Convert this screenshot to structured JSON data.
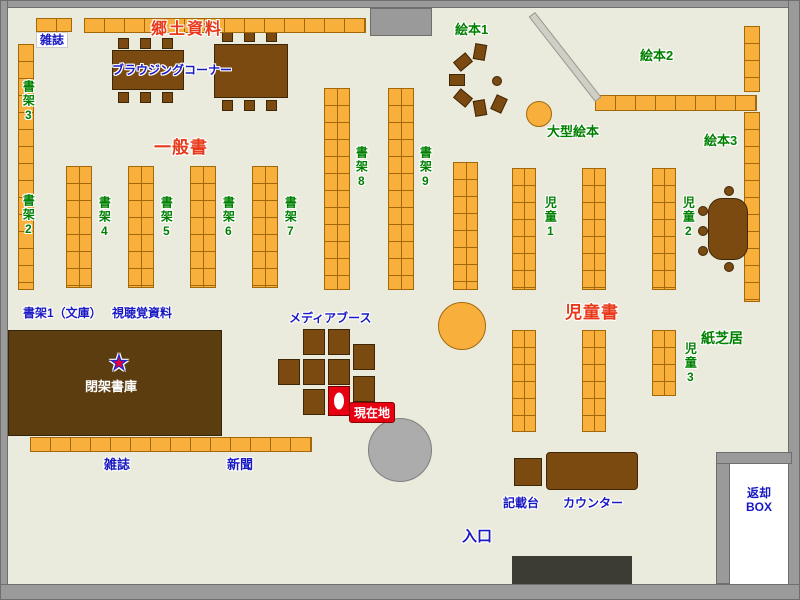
{
  "colors": {
    "floor": "#EBEBDD",
    "wall": "#9A9A9A",
    "shelf_fill": "#F9AF3C",
    "shelf_border": "#A2690B",
    "table_fill": "#7A4A10",
    "closed_stacks": "#5C3D10",
    "label_blue": "#1919C3",
    "label_green": "#008000",
    "label_red": "#E8391B",
    "current_red": "#E60012",
    "pillar_gray": "#ACACAC",
    "entrance_dark": "#3C3C34",
    "star_blue": "#2028C8",
    "star_red": "#E8003C"
  },
  "icons": {
    "star": "★"
  },
  "labels": {
    "magazines_top": "雑誌",
    "local_history": "郷土資料",
    "browsing_corner": "ブラウジングコーナー",
    "general_books": "一般書",
    "shelf_1_bunko": "書架1（文庫）",
    "shelf_2": "書架2",
    "shelf_3": "書架3",
    "shelf_4": "書架4",
    "shelf_5": "書架5",
    "shelf_6": "書架6",
    "shelf_7": "書架7",
    "shelf_8": "書架8",
    "shelf_9": "書架9",
    "av_materials": "視聴覚資料",
    "media_booth": "メディアブース",
    "closed_stacks": "閉架書庫",
    "current_location": "現在地",
    "magazines_bottom": "雑誌",
    "newspapers": "新聞",
    "picture_books_1": "絵本1",
    "picture_books_2": "絵本2",
    "picture_books_3": "絵本3",
    "large_picture_books": "大型絵本",
    "children_1": "児童1",
    "children_2": "児童2",
    "children_3": "児童3",
    "children_books": "児童書",
    "kamishibai": "紙芝居",
    "writing_desk": "記載台",
    "counter": "カウンター",
    "return_box": "返却\nBOX",
    "entrance": "入口"
  }
}
